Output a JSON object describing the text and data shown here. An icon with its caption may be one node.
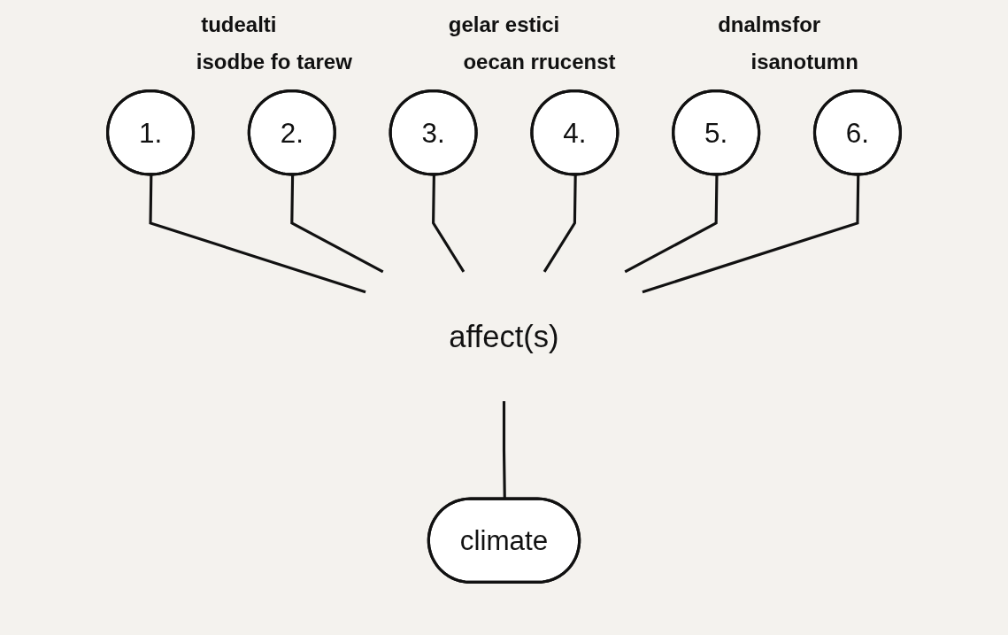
{
  "diagram": {
    "nodes": [
      {
        "text": [
          "1."
        ]
      },
      {
        "text": [
          "2."
        ]
      },
      {
        "text": [
          "3."
        ]
      },
      {
        "text": [
          "4."
        ]
      },
      {
        "text": [
          "5."
        ]
      },
      {
        "text": [
          "6."
        ]
      },
      {
        "text": [
          "affect(s)"
        ]
      },
      {
        "text": [
          "climate"
        ]
      }
    ],
    "edges": [
      {
        "from": 0,
        "to": 6,
        "arrow": "none"
      },
      {
        "from": 1,
        "to": 6,
        "arrow": "none"
      },
      {
        "from": 2,
        "to": 6,
        "arrow": "none"
      },
      {
        "from": 3,
        "to": 6,
        "arrow": "none"
      },
      {
        "from": 4,
        "to": 6,
        "arrow": "none"
      },
      {
        "from": 5,
        "to": 6,
        "arrow": "none"
      },
      {
        "from": 6,
        "to": 7,
        "arrow": "none"
      }
    ],
    "labels": [
      "tudealti",
      "gelar estici",
      "dnalmsfor",
      "isodbe fo tarew",
      "oecan rrucenst",
      "isanotumn"
    ]
  }
}
